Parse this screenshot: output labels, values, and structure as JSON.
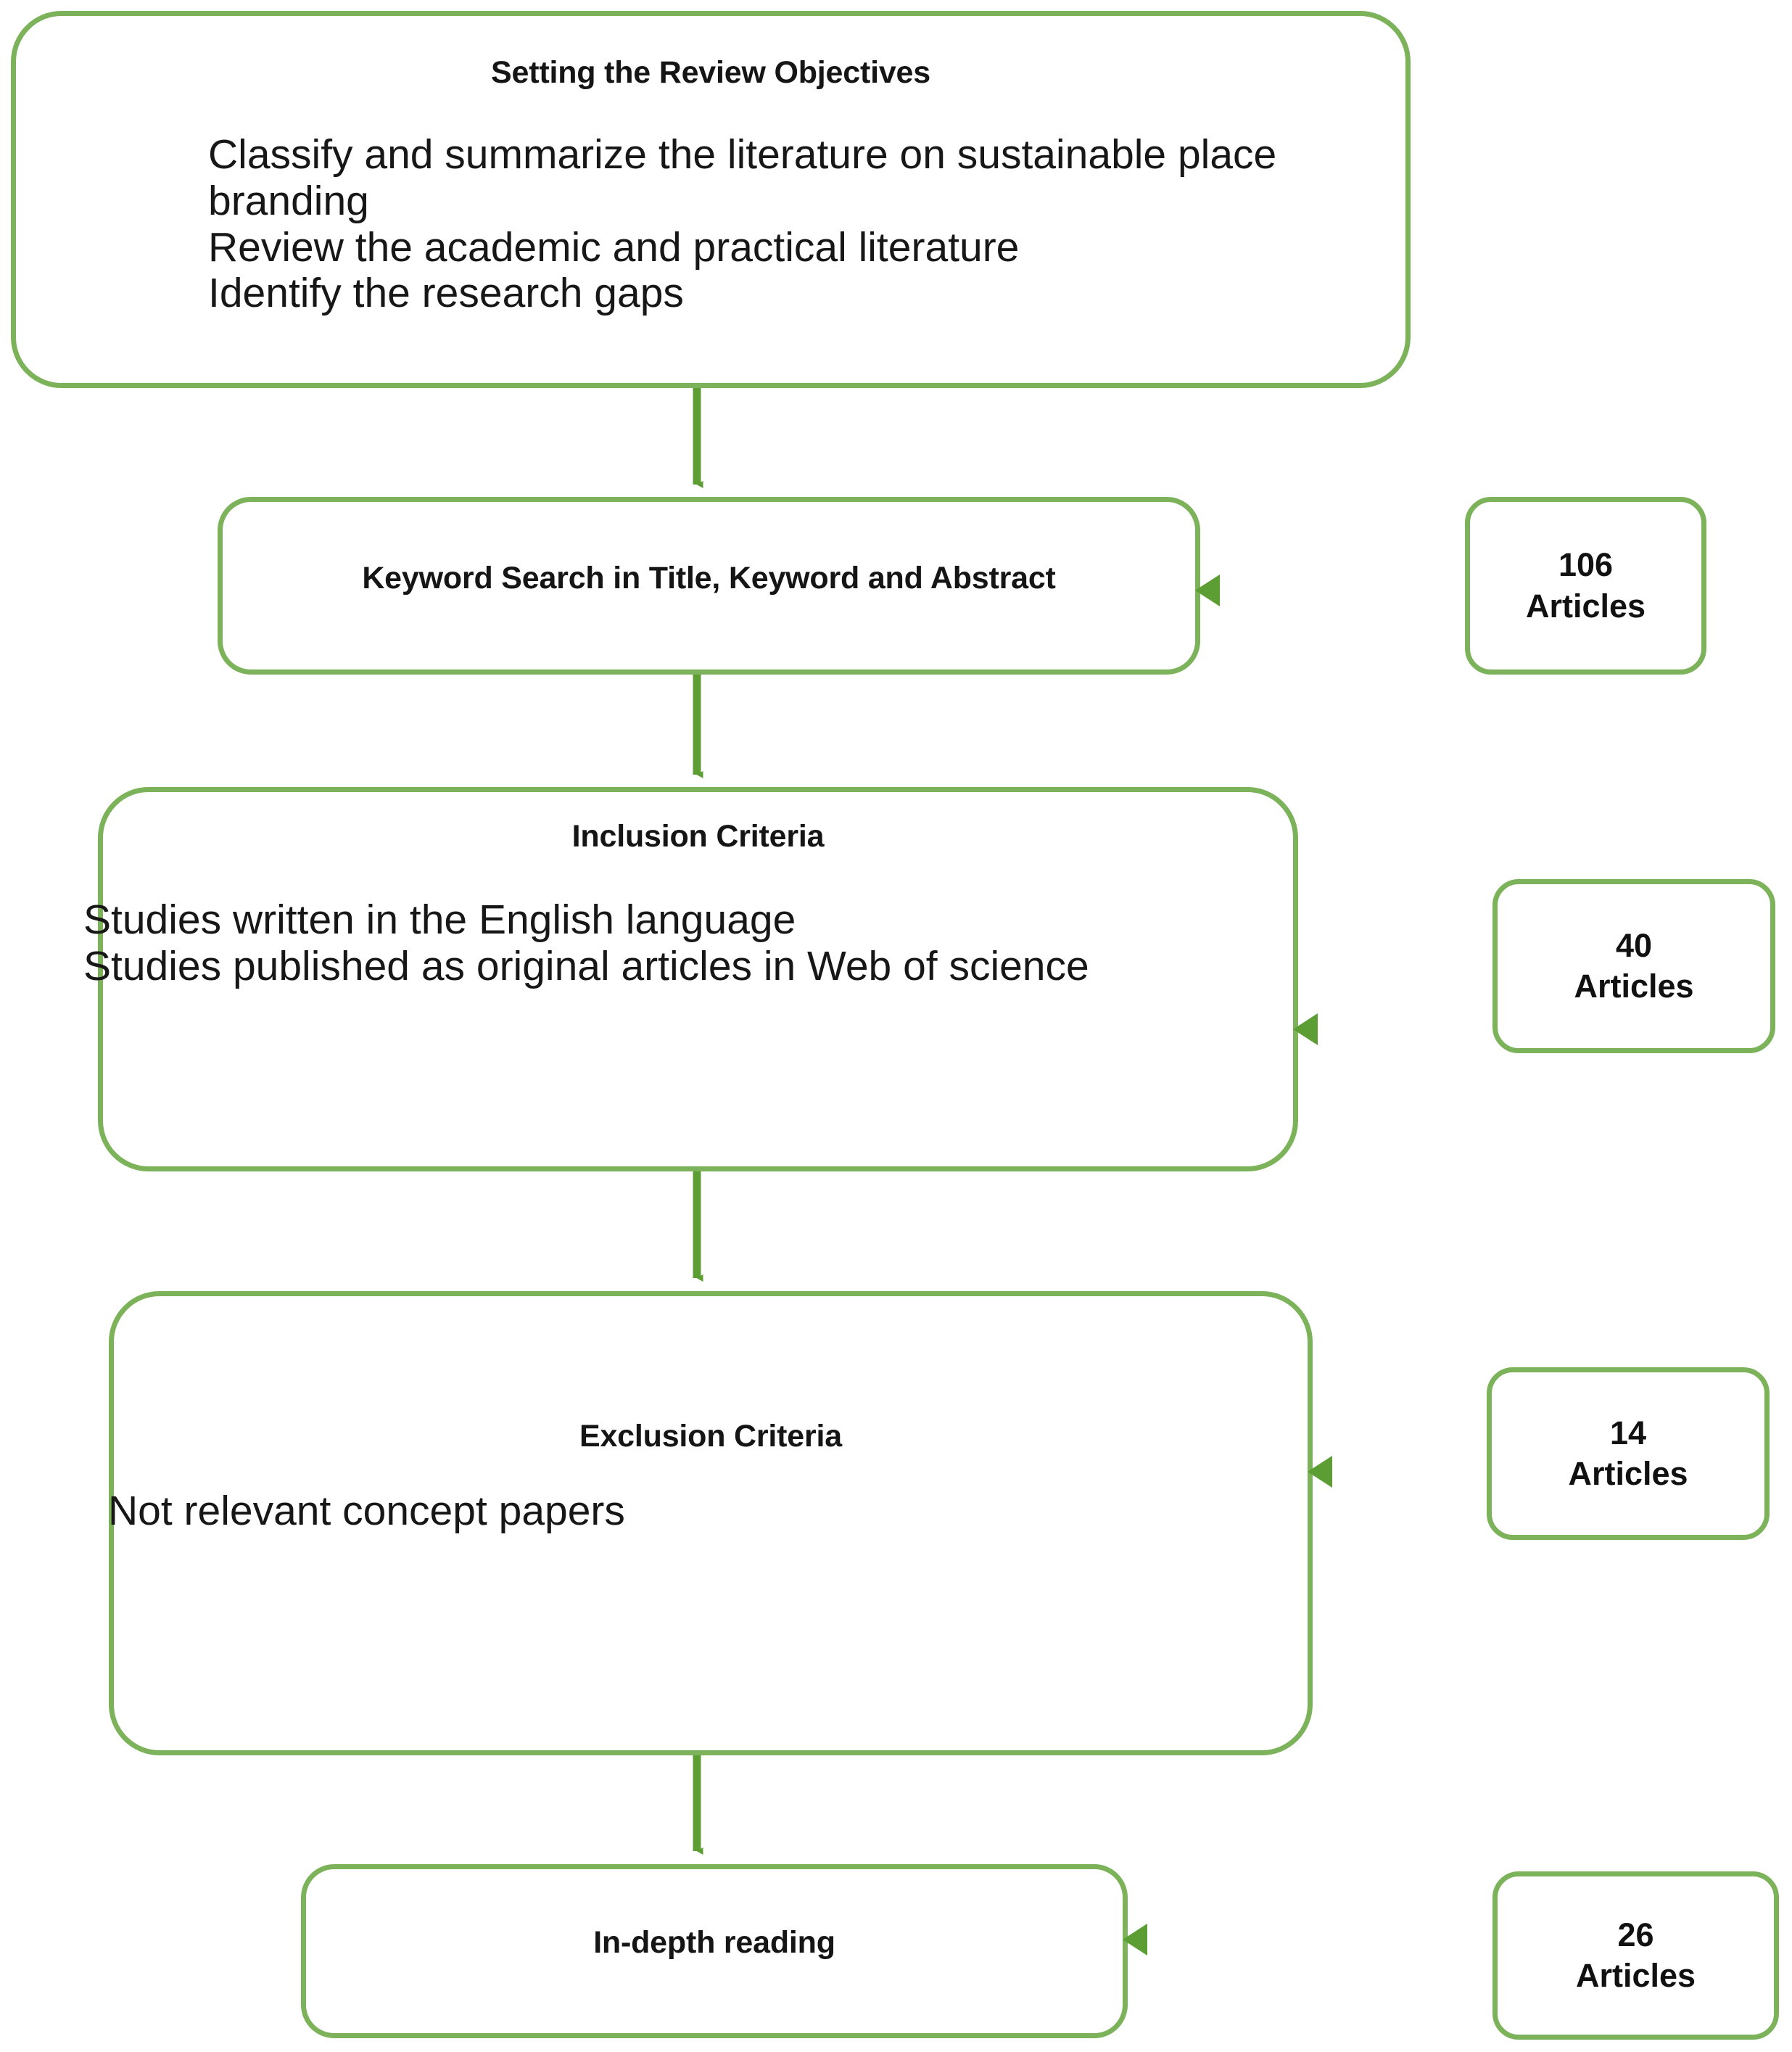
{
  "diagram": {
    "title": "Literature review selection process flowchart",
    "accent_color": "#7cb35a",
    "arrow_color": "#5c9e34",
    "text_color": "#151515"
  },
  "nodes": [
    {
      "id": "review-objectives",
      "title": "Setting the Review Objectives",
      "body": "Classify and summarize the literature on sustainable place branding\nReview the academic and practical literature\nIdentify the research gaps"
    },
    {
      "id": "keyword-search",
      "title": "Keyword Search in Title, Keyword and Abstract",
      "body": ""
    },
    {
      "id": "inclusion-criteria",
      "title": "Inclusion Criteria",
      "body": "Studies written in the English language\nStudies published as original articles in Web of science"
    },
    {
      "id": "exclusion-criteria",
      "title": "Exclusion Criteria",
      "body": "Not relevant concept papers"
    },
    {
      "id": "in-depth-reading",
      "title": "In-depth reading",
      "body": ""
    }
  ],
  "counts": [
    {
      "id": "count-106",
      "number": "106",
      "label": "Articles"
    },
    {
      "id": "count-40",
      "number": "40",
      "label": "Articles"
    },
    {
      "id": "count-14",
      "number": "14",
      "label": "Articles"
    },
    {
      "id": "count-26",
      "number": "26",
      "label": "Articles"
    }
  ]
}
